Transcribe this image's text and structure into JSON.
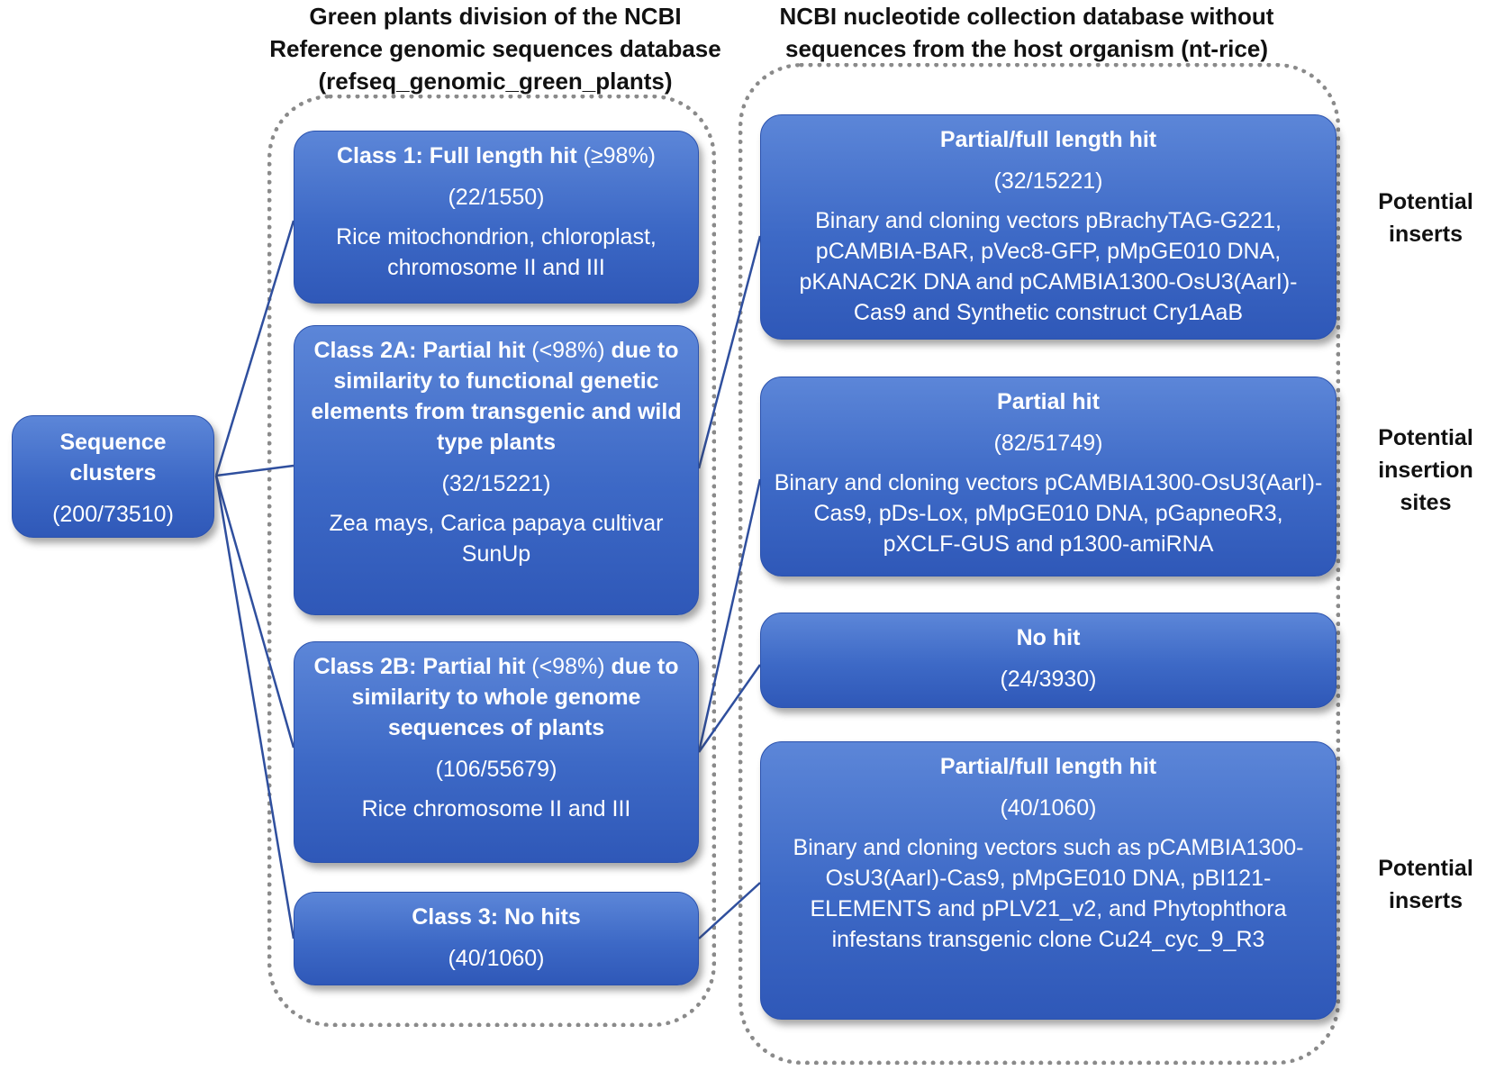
{
  "headers": {
    "left": [
      "Green plants division of the NCBI",
      "Reference genomic sequences database",
      "(refseq_genomic_green_plants)"
    ],
    "right": [
      "NCBI nucleotide collection database without",
      "sequences from the host organism (nt-rice)"
    ]
  },
  "root": {
    "title_lines": [
      "Sequence",
      "clusters"
    ],
    "count": "(200/73510)"
  },
  "classes": [
    {
      "title_bold": "Class 1: Full length hit",
      "title_plain": " (≥98%)",
      "count": "(22/1550)",
      "desc": "Rice mitochondrion, chloroplast, chromosome II and III"
    },
    {
      "title_bold": "Class 2A: Partial hit",
      "title_plain": " (<98%)",
      "title_rest": " due to similarity to functional genetic elements from transgenic and wild type plants",
      "count": "(32/15221)",
      "desc": "Zea mays, Carica papaya cultivar SunUp"
    },
    {
      "title_bold": "Class 2B: Partial hit",
      "title_plain": " (<98%)",
      "title_rest": " due to similarity to whole genome sequences of plants",
      "count": "(106/55679)",
      "desc": "Rice chromosome II and III"
    },
    {
      "title_bold": "Class 3: No hits",
      "title_plain": "",
      "count": "(40/1060)",
      "desc": ""
    }
  ],
  "results": [
    {
      "title": "Partial/full length hit",
      "count": "(32/15221)",
      "desc": "Binary and cloning vectors pBrachyTAG-G221, pCAMBIA-BAR, pVec8-GFP, pMpGE010 DNA, pKANAC2K DNA and pCAMBIA1300-OsU3(AarI)-Cas9 and Synthetic construct Cry1AaB"
    },
    {
      "title": "Partial hit",
      "count": "(82/51749)",
      "desc": "Binary and cloning vectors  pCAMBIA1300-OsU3(AarI)-Cas9, pDs-Lox, pMpGE010 DNA, pGapneoR3, pXCLF-GUS and p1300-amiRNA"
    },
    {
      "title": "No hit",
      "count": "(24/3930)",
      "desc": ""
    },
    {
      "title": "Partial/full length hit",
      "count": "(40/1060)",
      "desc": "Binary and cloning vectors such as pCAMBIA1300-OsU3(AarI)-Cas9, pMpGE010 DNA, pBI121-ELEMENTS and pPLV21_v2, and Phytophthora infestans transgenic clone Cu24_cyc_9_R3"
    }
  ],
  "side_labels": [
    [
      "Potential",
      "inserts"
    ],
    [
      "Potential",
      "insertion",
      "sites"
    ],
    [
      "Potential",
      "inserts"
    ]
  ],
  "colors": {
    "box": "#3d69c6",
    "line": "#2f4f9e",
    "dotted_border": "#8a8a8a"
  }
}
